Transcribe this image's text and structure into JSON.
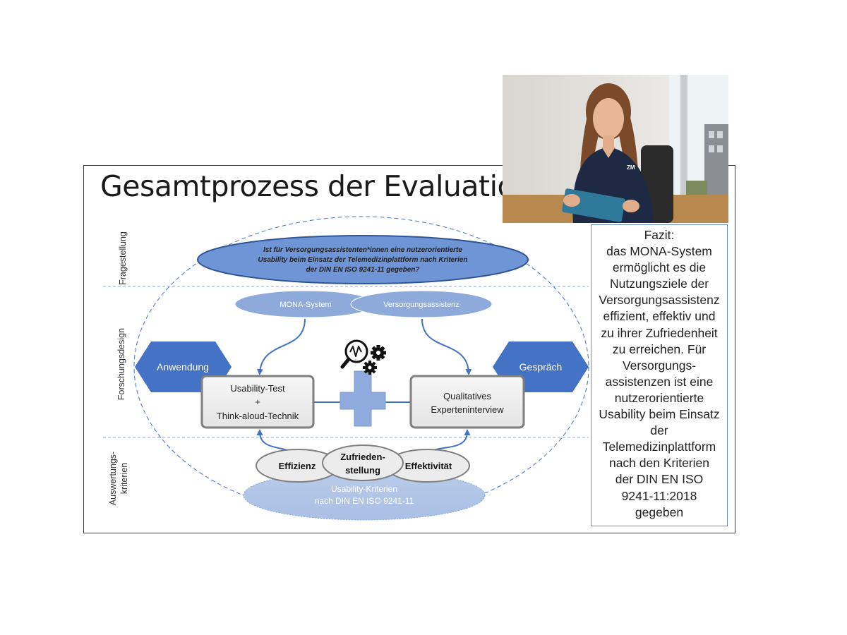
{
  "slide": {
    "title": "Gesamtprozess der Evaluation"
  },
  "sections": {
    "fragestellung": "Fragestellung",
    "forschungsdesign": "Forschungsdesign",
    "auswertung_line1": "Auswertungs-",
    "auswertung_line2": "kriterien"
  },
  "research_question": {
    "line1": "Ist für Versorgungsassistenten*innen eine nutzerorientierte",
    "line2": "Usability beim Einsatz der Telemedizinplattform nach Kriterien",
    "line3": "der DIN EN ISO 9241-11 gegeben?"
  },
  "top_nodes": {
    "mona": "MONA-System",
    "versorgung": "Versorgungsassistenz"
  },
  "side_nodes": {
    "anwendung": "Anwendung",
    "gespraech": "Gespräch"
  },
  "methods": {
    "usability_line1": "Usability-Test",
    "usability_line2": "+",
    "usability_line3": "Think-aloud-Technik",
    "interview_line1": "Qualitatives",
    "interview_line2": "Experteninterview"
  },
  "criteria": {
    "effizienz": "Effizienz",
    "zufrieden_line1": "Zufrieden-",
    "zufrieden_line2": "stellung",
    "effektivitaet": "Effektivität",
    "base_line1": "Usability-Kriterien",
    "base_line2": "nach DIN EN ISO 9241-11"
  },
  "fazit": {
    "lines": [
      "Fazit:",
      "das MONA-System",
      "ermöglicht es die",
      "Nutzungsziele der",
      "Versorgungsassistenz",
      "effizient, effektiv und",
      "zu ihrer Zufriedenheit",
      "zu erreichen. Für",
      "Versorgungs-",
      "assistenzen ist eine",
      "nutzerorientierte",
      "Usability beim Einsatz",
      "der",
      "Telemedizinplattform",
      "nach den Kriterien",
      "der DIN EN ISO",
      "9241-11:2018",
      "gegeben"
    ]
  },
  "webcam": {
    "shirt_logo": "ZM"
  },
  "colors": {
    "dark_blue": "#4472c4",
    "mid_blue": "#6f95d6",
    "light_blue": "#8eaadb",
    "pale_blue": "#b4c7e7",
    "cross_blue": "#8faadc",
    "box_gray": "#f0f0f0",
    "border_gray": "#7f7f7f"
  }
}
